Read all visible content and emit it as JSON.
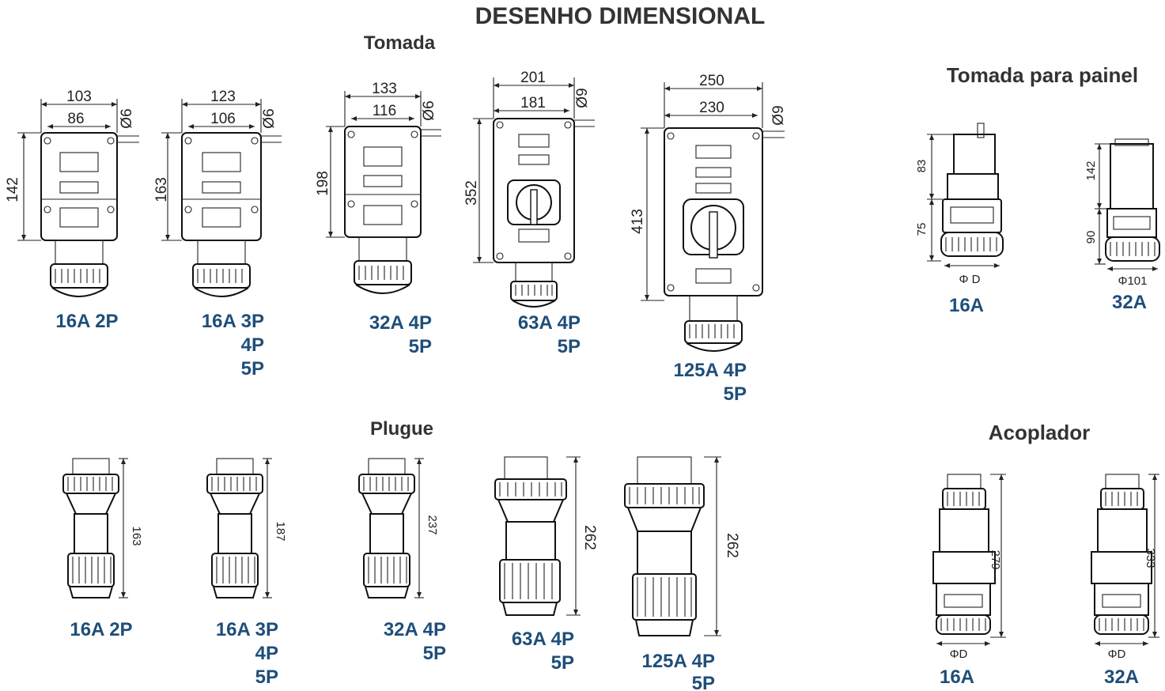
{
  "page": {
    "title": "DESENHO DIMENSIONAL",
    "sections": {
      "tomada": "Tomada",
      "plugue": "Plugue",
      "painel": "Tomada para painel",
      "acoplador": "Acoplador"
    }
  },
  "tomada": [
    {
      "w1": "103",
      "w2": "86",
      "hole": "Ø6",
      "h": "142",
      "label": [
        "16A 2P"
      ]
    },
    {
      "w1": "123",
      "w2": "106",
      "hole": "Ø6",
      "h": "163",
      "label": [
        "16A 3P",
        "4P",
        "5P"
      ]
    },
    {
      "w1": "133",
      "w2": "116",
      "hole": "Ø6",
      "h": "198",
      "label": [
        "32A 4P",
        "5P"
      ]
    },
    {
      "w1": "201",
      "w2": "181",
      "hole": "Ø9",
      "h": "352",
      "label": [
        "63A 4P",
        "5P"
      ]
    },
    {
      "w1": "250",
      "w2": "230",
      "hole": "Ø9",
      "h": "413",
      "label": [
        "125A 4P",
        "5P"
      ]
    }
  ],
  "plugue": [
    {
      "h": "163",
      "label": [
        "16A 2P"
      ]
    },
    {
      "h": "187",
      "label": [
        "16A 3P",
        "4P",
        "5P"
      ]
    },
    {
      "h": "237",
      "label": [
        "32A 4P",
        "5P"
      ]
    },
    {
      "h": "262",
      "label": [
        "63A 4P",
        "5P"
      ]
    },
    {
      "h": "262",
      "label": [
        "125A 4P",
        "5P"
      ]
    }
  ],
  "painel": [
    {
      "h1": "83",
      "h2": "75",
      "d": "Φ D",
      "label": "16A"
    },
    {
      "h1": "142",
      "h2": "90",
      "d": "Φ101",
      "label": "32A"
    }
  ],
  "acoplador": [
    {
      "h": "279",
      "d": "ΦD",
      "label": "16A"
    },
    {
      "h": "333",
      "d": "ΦD",
      "label": "32A"
    }
  ]
}
